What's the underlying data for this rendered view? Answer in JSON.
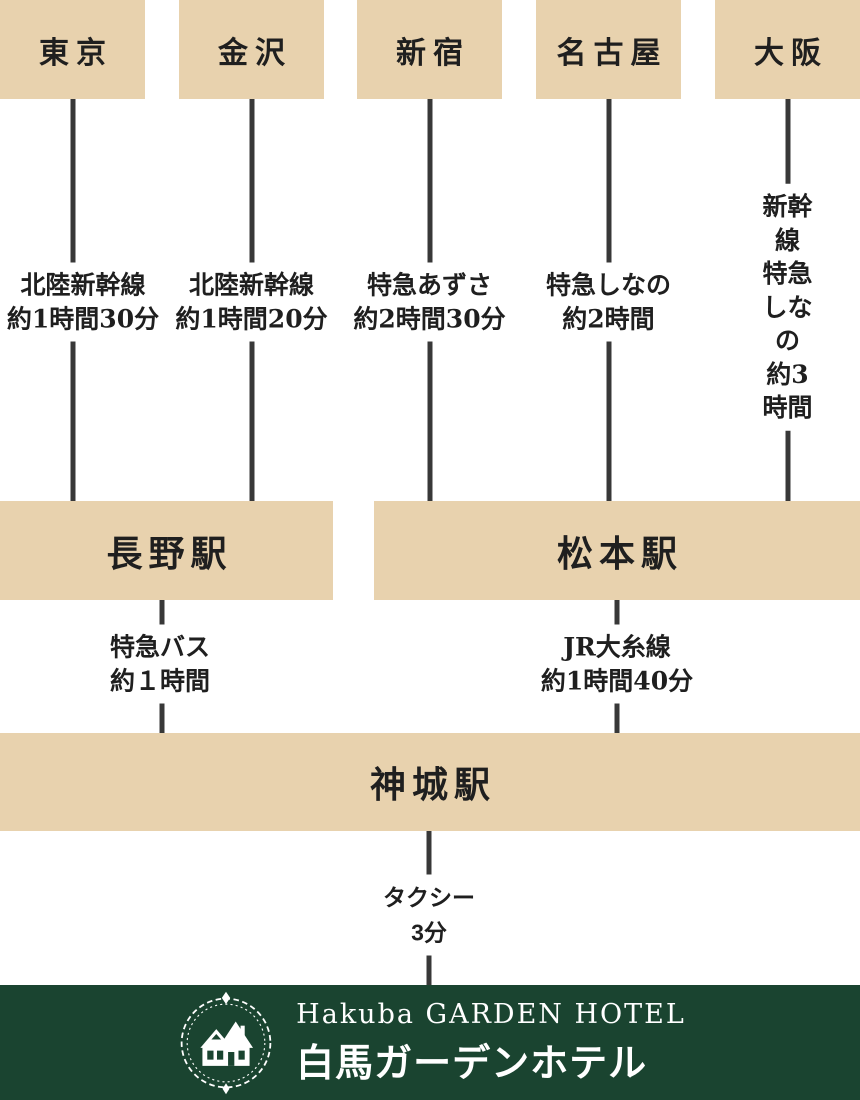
{
  "colors": {
    "background": "#ffffff",
    "station_box": "#e8d2ae",
    "connector_line": "#383838",
    "text": "#1f1f1f",
    "footer_background": "#1a4430",
    "footer_text": "#ffffff"
  },
  "origin_stations": [
    {
      "name": "東京",
      "route": "北陸新幹線\n約1時間30分"
    },
    {
      "name": "金沢",
      "route": "北陸新幹線\n約1時間20分"
    },
    {
      "name": "新宿",
      "route": "特急あずさ\n約2時間30分"
    },
    {
      "name": "名古屋",
      "route": "特急しなの\n約2時間"
    },
    {
      "name": "大阪",
      "route": "新幹線\n特急しなの\n約3時間"
    }
  ],
  "hub_stations": [
    {
      "name": "長野駅",
      "route": "特急バス\n約１時間"
    },
    {
      "name": "松本駅",
      "route": "JR大糸線\n約1時間40分"
    }
  ],
  "final_station": {
    "name": "神城駅",
    "route": "タクシー\n3分"
  },
  "footer": {
    "hotel_name_en": "Hakuba GARDEN HOTEL",
    "hotel_name_ja": "白馬ガーデンホテル",
    "logo": "house-in-laurel-wreath"
  }
}
